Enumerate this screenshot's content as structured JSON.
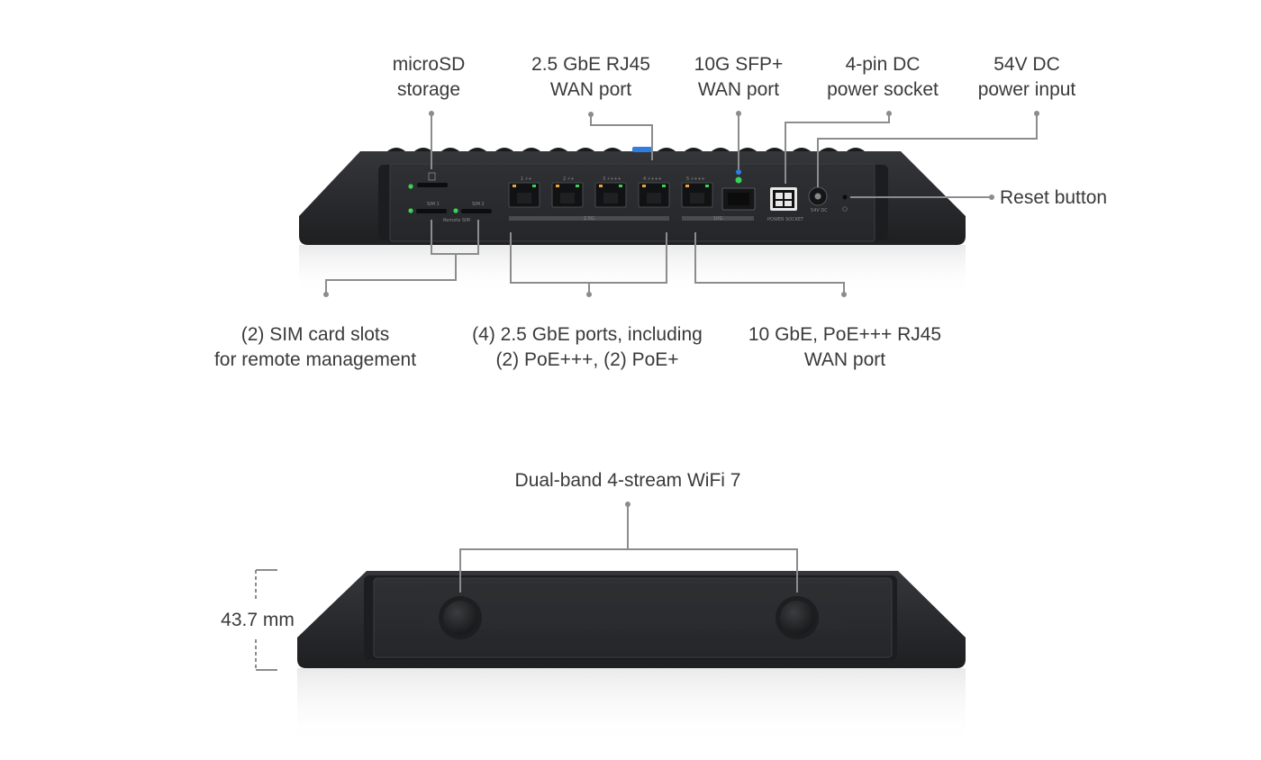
{
  "top_view": {
    "labels": {
      "microsd": [
        "microSD",
        "storage"
      ],
      "rj45_wan": [
        "2.5 GbE RJ45",
        "WAN port"
      ],
      "sfp_wan": [
        "10G SFP+",
        "WAN port"
      ],
      "dc_socket": [
        "4-pin DC",
        "power socket"
      ],
      "dc_input": [
        "54V DC",
        "power input"
      ],
      "reset": "Reset button",
      "sim_slots": [
        "(2) SIM card slots",
        "for remote management"
      ],
      "lan_ports": [
        "(4) 2.5 GbE ports, including",
        "(2) PoE+++, (2) PoE+"
      ],
      "ten_gbe_wan": [
        "10 GbE, PoE+++ RJ45",
        "WAN port"
      ]
    },
    "panel_text": {
      "sim1": "SIM 1",
      "sim2": "SIM 2",
      "remote_sim": "Remote SIM",
      "port1": "1 ⚡+",
      "port2": "2 ⚡+",
      "port3": "3 ⚡+++",
      "port4": "4 ⚡+++",
      "port5": "5 ⚡+++",
      "lan_group": "2.5G",
      "wan_group": "10G",
      "power_socket": "POWER SOCKET",
      "dc_input": "54V DC"
    },
    "colors": {
      "led_green": "#39d353",
      "led_orange": "#f0a23a",
      "accent_blue": "#2f7fe0",
      "body": "#2a2b2d"
    }
  },
  "bottom_view": {
    "labels": {
      "wifi": "Dual-band 4-stream WiFi 7",
      "height": "43.7 mm"
    }
  }
}
